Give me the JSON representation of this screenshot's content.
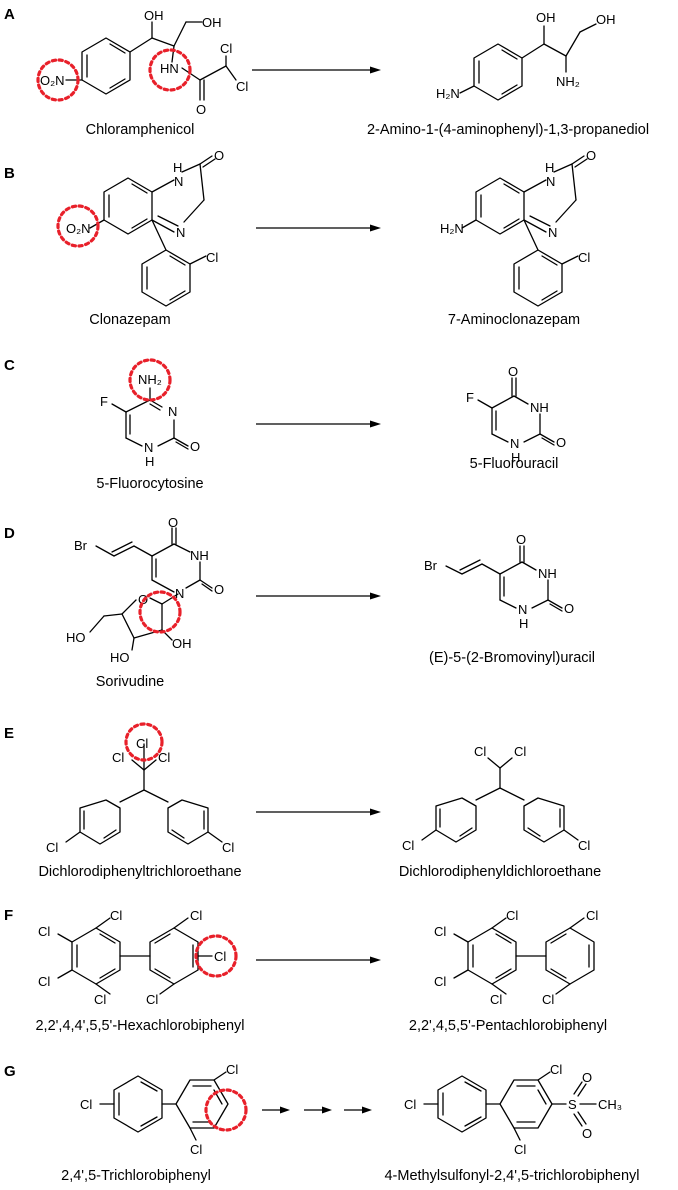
{
  "colors": {
    "highlight": "#e8202a",
    "ink": "#000000",
    "background": "#ffffff"
  },
  "panels": [
    {
      "letter": "A",
      "substrate": "Chloramphenicol",
      "product": "2-Amino-1-(4-aminophenyl)-1,3-propanediol",
      "atoms": {
        "nitro": "O₂N",
        "oh": "OH",
        "nh": "HN",
        "cl": "Cl",
        "o": "O",
        "nh2": "NH₂",
        "h2n": "H₂N"
      }
    },
    {
      "letter": "B",
      "substrate": "Clonazepam",
      "product": "7-Aminoclonazepam",
      "atoms": {
        "nitro": "O₂N",
        "nh": "H",
        "n": "N",
        "o": "O",
        "cl": "Cl",
        "h2n": "H₂N"
      }
    },
    {
      "letter": "C",
      "substrate": "5-Fluorocytosine",
      "product": "5-Fluorouracil",
      "atoms": {
        "nh2": "NH₂",
        "f": "F",
        "n": "N",
        "nh": "NH",
        "o": "O",
        "h": "H"
      }
    },
    {
      "letter": "D",
      "substrate": "Sorivudine",
      "product": "(E)-5-(2-Bromovinyl)uracil",
      "atoms": {
        "br": "Br",
        "o": "O",
        "n": "N",
        "nh": "NH",
        "oh": "OH",
        "ho": "HO",
        "h": "H"
      }
    },
    {
      "letter": "E",
      "substrate": "Dichlorodiphenyltrichloroethane",
      "product": "Dichlorodiphenyldichloroethane",
      "atoms": {
        "cl": "Cl"
      }
    },
    {
      "letter": "F",
      "substrate": "2,2',4,4',5,5'-Hexachlorobiphenyl",
      "product": "2,2',4,5,5'-Pentachlorobiphenyl",
      "atoms": {
        "cl": "Cl"
      }
    },
    {
      "letter": "G",
      "substrate": "2,4',5-Trichlorobiphenyl",
      "product": "4-Methylsulfonyl-2,4',5-trichlorobiphenyl",
      "atoms": {
        "cl": "Cl",
        "s": "S",
        "o": "O",
        "ch3": "CH₃"
      }
    }
  ]
}
